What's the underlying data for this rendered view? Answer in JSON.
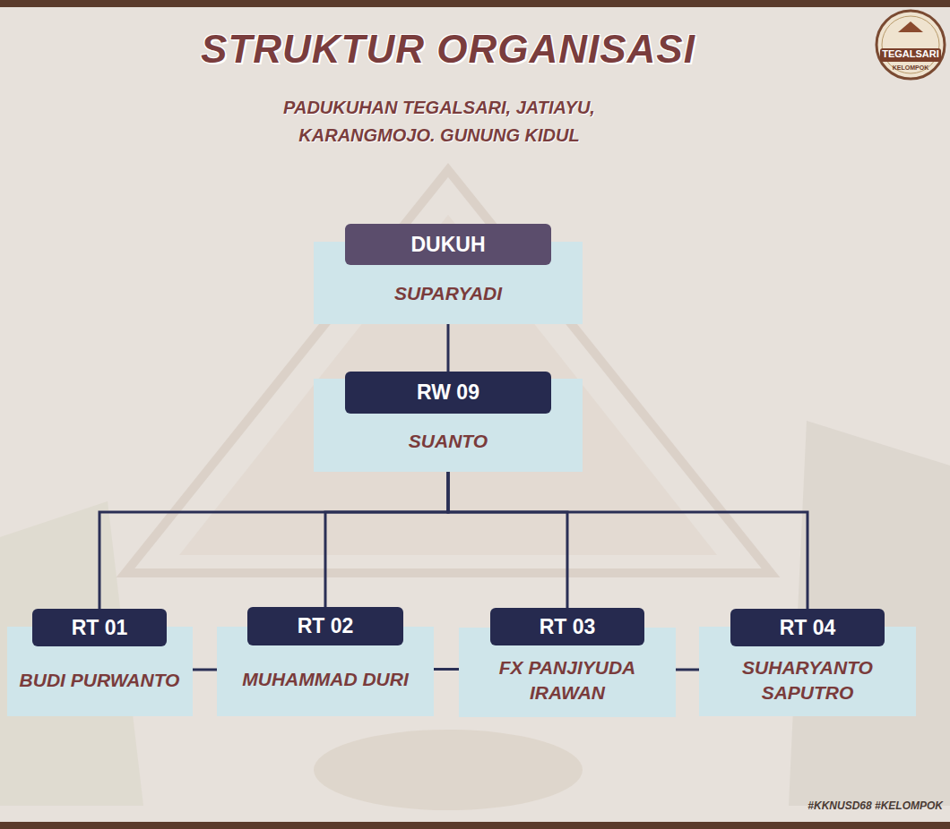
{
  "diagram": {
    "title": "STRUKTUR ORGANISASI",
    "nodes": [
      {
        "text": [
          "DUKUH",
          "SUPARYADI"
        ]
      },
      {
        "text": [
          "RW 09",
          "SUANTO"
        ]
      },
      {
        "text": [
          "RT 01",
          "BUDI PURWANTO"
        ]
      },
      {
        "text": [
          "RT 02",
          "MUHAMMAD DURI"
        ]
      },
      {
        "text": [
          "RT 03",
          "FX PANJIYUDA IRAWAN"
        ]
      },
      {
        "text": [
          "RT 04",
          "SUHARYANTO SAPUTRO"
        ]
      }
    ],
    "edges": [
      {
        "from": 0,
        "to": 1,
        "arrow": "none"
      },
      {
        "from": 1,
        "to": 2,
        "arrow": "none"
      },
      {
        "from": 1,
        "to": 3,
        "arrow": "none"
      },
      {
        "from": 1,
        "to": 4,
        "arrow": "none"
      },
      {
        "from": 1,
        "to": 5,
        "arrow": "none"
      },
      {
        "from": 2,
        "to": 3,
        "arrow": "none"
      },
      {
        "from": 3,
        "to": 4,
        "arrow": "none"
      },
      {
        "from": 4,
        "to": 5,
        "arrow": "none"
      }
    ],
    "labels": [
      "PADUKUHAN TEGALSARI, JATIAYU, KARANGMOJO. GUNUNG KIDUL",
      "TEGALSARI",
      "KELOMPOK",
      "#KKNUSD68 #KELOMPOK"
    ]
  }
}
